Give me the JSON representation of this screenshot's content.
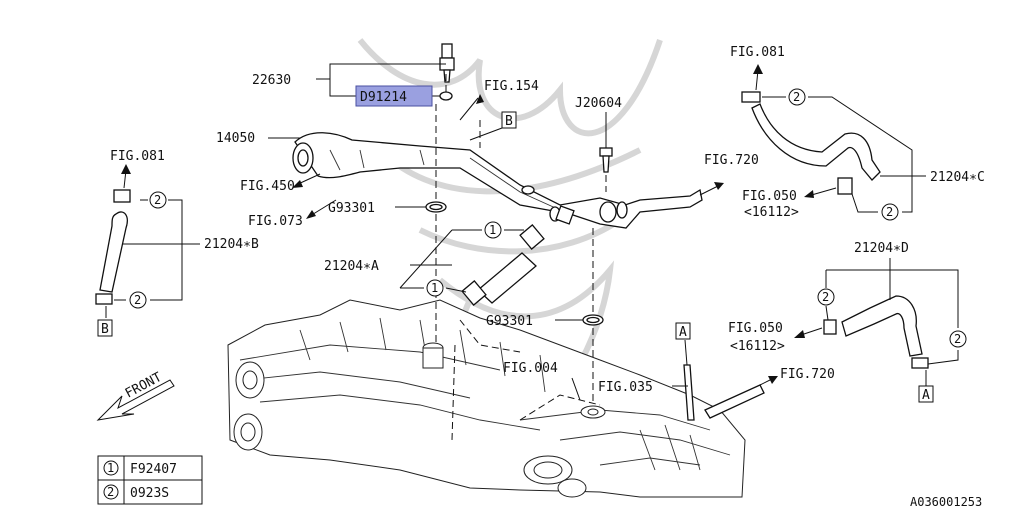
{
  "diagram": {
    "code": "A036001253",
    "front_label": "FRONT",
    "callouts": {
      "p22630": "22630",
      "d91214": "D91214",
      "fig154": "FIG.154",
      "boxB_top": "B",
      "j20604": "J20604",
      "p14050": "14050",
      "fig450": "FIG.450",
      "fig073": "FIG.073",
      "g93301_top": "G93301",
      "fig720_top": "FIG.720",
      "fig081_left": "FIG.081",
      "p21204b": "21204∗B",
      "boxB_bottom": "B",
      "p21204a": "21204∗A",
      "g93301_bottom": "G93301",
      "fig004": "FIG.004",
      "boxA_mid": "A",
      "fig035": "FIG.035",
      "fig720_bottom": "FIG.720",
      "fig081_right": "FIG.081",
      "p21204c": "21204∗C",
      "fig050_top": "FIG.050",
      "sub16112_top": "<16112>",
      "p21204d": "21204∗D",
      "fig050_bottom": "FIG.050",
      "sub16112_bottom": "<16112>",
      "boxA_right": "A"
    },
    "circle_refs": {
      "one": "1",
      "two": "2"
    },
    "legend": [
      {
        "key": "1",
        "part": "F92407"
      },
      {
        "key": "2",
        "part": "0923S"
      }
    ],
    "highlight_color": "#9aa0e0"
  }
}
